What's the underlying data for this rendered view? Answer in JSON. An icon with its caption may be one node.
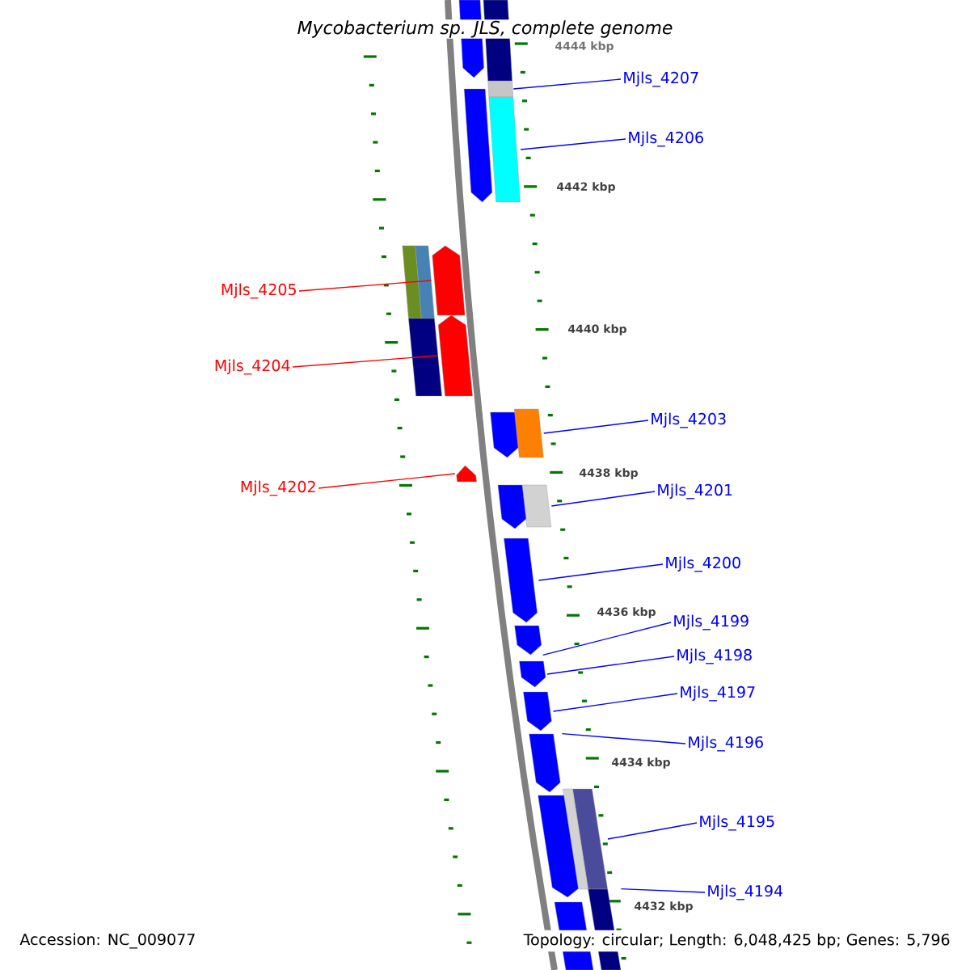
{
  "diagram": {
    "title": "Mycobacterium sp. JLS, complete genome",
    "nodes": [
      {
        "text": [
          "Mjls_4207"
        ]
      },
      {
        "text": [
          "Mjls_4206"
        ]
      },
      {
        "text": [
          "Mjls_4205"
        ]
      },
      {
        "text": [
          "Mjls_4204"
        ]
      },
      {
        "text": [
          "Mjls_4203"
        ]
      },
      {
        "text": [
          "Mjls_4202"
        ]
      },
      {
        "text": [
          "Mjls_4201"
        ]
      },
      {
        "text": [
          "Mjls_4200"
        ]
      },
      {
        "text": [
          "Mjls_4199"
        ]
      },
      {
        "text": [
          "Mjls_4198"
        ]
      },
      {
        "text": [
          "Mjls_4197"
        ]
      },
      {
        "text": [
          "Mjls_4196"
        ]
      },
      {
        "text": [
          "Mjls_4195"
        ]
      },
      {
        "text": [
          "Mjls_4194"
        ]
      },
      {
        "text": [],
        "shape": "bar"
      },
      {
        "text": [],
        "shape": "bar"
      },
      {
        "text": [],
        "shape": "bar"
      },
      {
        "text": [],
        "shape": "bar"
      },
      {
        "text": [],
        "shape": "bar"
      },
      {
        "text": [],
        "shape": "bar"
      },
      {
        "text": [],
        "shape": "bar"
      },
      {
        "text": [],
        "shape": "bar"
      },
      {
        "text": [],
        "shape": "bar"
      },
      {
        "text": [],
        "shape": "bar"
      },
      {
        "text": [],
        "shape": "bar"
      },
      {
        "text": [],
        "shape": "bar"
      },
      {
        "text": [],
        "shape": "bar"
      },
      {
        "text": [],
        "shape": "bar"
      },
      {
        "text": [],
        "shape": "bar"
      },
      {
        "text": [],
        "shape": "bar"
      },
      {
        "text": [],
        "shape": "bar"
      },
      {
        "text": [],
        "shape": "bar"
      },
      {
        "text": [],
        "shape": "bar"
      },
      {
        "text": [],
        "shape": "bar"
      },
      {
        "text": [],
        "shape": "bar"
      },
      {
        "text": [],
        "shape": "bar"
      },
      {
        "text": [],
        "shape": "bar"
      },
      {
        "text": [],
        "shape": "bar"
      },
      {
        "text": [],
        "shape": "bar"
      }
    ],
    "edges": [
      {
        "from": 0,
        "to": 14,
        "arrow": "none"
      },
      {
        "from": 1,
        "to": 15,
        "arrow": "none"
      },
      {
        "from": 2,
        "to": 16,
        "arrow": "none",
        "color": "#ff0000"
      },
      {
        "from": 3,
        "to": 17,
        "arrow": "none",
        "color": "#ff0000"
      },
      {
        "from": 4,
        "to": 18,
        "arrow": "none"
      },
      {
        "from": 5,
        "to": 19,
        "arrow": "none",
        "color": "#ff0000"
      },
      {
        "from": 6,
        "to": 20,
        "arrow": "none"
      },
      {
        "from": 7,
        "to": 21,
        "arrow": "none"
      },
      {
        "from": 8,
        "to": 22,
        "arrow": "none"
      },
      {
        "from": 9,
        "to": 23,
        "arrow": "none"
      },
      {
        "from": 10,
        "to": 24,
        "arrow": "none"
      },
      {
        "from": 11,
        "to": 25,
        "arrow": "none"
      },
      {
        "from": 12,
        "to": 26,
        "arrow": "none"
      },
      {
        "from": 13,
        "to": 27,
        "arrow": "none"
      }
    ],
    "labels": [
      "4444 kbp",
      "4442 kbp",
      "4440 kbp",
      "4438 kbp",
      "4436 kbp",
      "4434 kbp",
      "4432 kbp",
      "Accession: NC_009077",
      "Topology: circular; Length: 6,048,425 bp; Genes: 5,796"
    ]
  }
}
